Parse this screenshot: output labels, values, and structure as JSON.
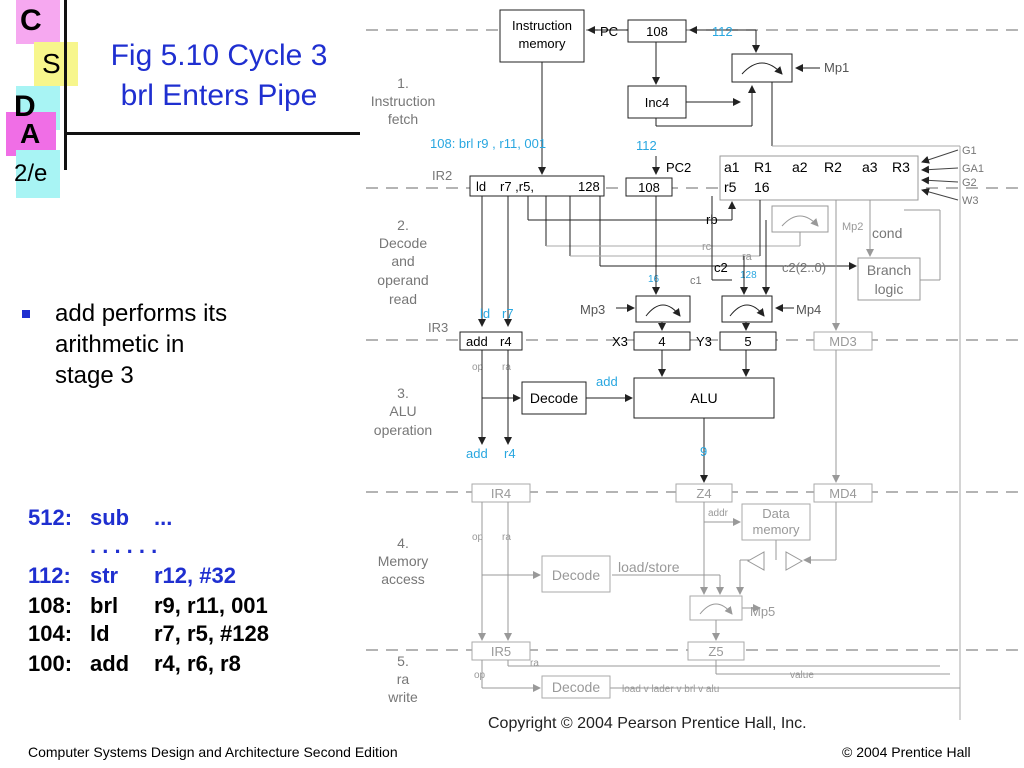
{
  "logo": {
    "c": "C",
    "s": "S",
    "d": "D",
    "a": "A",
    "edition": "2/e"
  },
  "title": {
    "line1": "Fig 5.10  Cycle 3",
    "line2": "brl Enters Pipe"
  },
  "bullet": {
    "text": "add performs its arithmetic in stage 3"
  },
  "code": [
    {
      "addr": "512:",
      "op": "sub",
      "args": "...",
      "color": "#1f2fd0"
    },
    {
      "addr": "",
      "op": ". . . . . .",
      "args": "",
      "color": "#1f2fd0"
    },
    {
      "addr": "112:",
      "op": "str",
      "args": "r12, #32",
      "color": "#1f2fd0"
    },
    {
      "addr": "108:",
      "op": "brl",
      "args": "r9, r11, 001",
      "color": "#000000"
    },
    {
      "addr": "104:",
      "op": "ld",
      "args": "r7, r5, #128",
      "color": "#000000"
    },
    {
      "addr": "100:",
      "op": "add",
      "args": "r4, r6, r8",
      "color": "#000000"
    }
  ],
  "footer": {
    "left": "Computer Systems Design and Architecture Second Edition",
    "right": "© 2004 Prentice Hall"
  },
  "diagram": {
    "stages": {
      "s1": [
        "1.",
        "Instruction",
        "fetch"
      ],
      "s2": [
        "2.",
        "Decode",
        "and",
        "operand",
        "read"
      ],
      "s3": [
        "3.",
        "ALU",
        "operation"
      ],
      "s4": [
        "4.",
        "Memory",
        "access"
      ],
      "s5": [
        "5.",
        "ra",
        "write"
      ]
    },
    "instr_mem": [
      "Instruction",
      "memory"
    ],
    "pc": "PC",
    "pc_val": "108",
    "pc_in": "112",
    "mp1": "Mp1",
    "inc4": "Inc4",
    "ir_annot": "108:  brl  r9 , r11,     001",
    "pc2_in": "112",
    "pc2": "PC2",
    "pc2_val": "108",
    "ir2": "IR2",
    "ir2_f1": "ld",
    "ir2_f2": "r7 ,r5,",
    "ir2_f3": "128",
    "regfile_top": [
      "a1",
      "R1",
      "a2",
      "R2",
      "a3",
      "R3"
    ],
    "regfile_r5": "r5",
    "regfile_16": "16",
    "regfile_ctrl": [
      "G1",
      "GA1",
      "G2",
      "W3"
    ],
    "rb": "rb",
    "rc": "rc",
    "ra": "ra",
    "c2": "c2",
    "c1": "c1",
    "c2range": "c2(2..0)",
    "mp2": "Mp2",
    "cond": "cond",
    "branch": [
      "Branch",
      "logic"
    ],
    "val16": "16",
    "val128": "128",
    "mp3": "Mp3",
    "mp4": "Mp4",
    "ir3_ann1": "ld",
    "ir3_ann2": "r7",
    "ir3": "IR3",
    "ir3_f1": "add",
    "ir3_f2": "r4",
    "x3": "X3",
    "x3_val": "4",
    "y3": "Y3",
    "y3_val": "5",
    "md3": "MD3",
    "op": "op",
    "decode": "Decode",
    "add": "add",
    "alu": "ALU",
    "ir4_ann1": "add",
    "ir4_ann2": "r4",
    "alu_out": "9",
    "ir4": "IR4",
    "z4": "Z4",
    "md4": "MD4",
    "addr": "addr",
    "datamem": [
      "Data",
      "memory"
    ],
    "loadstore": "load/store",
    "mp5": "Mp5",
    "ir5": "IR5",
    "z5": "Z5",
    "value": "value",
    "wb_ctrl": "load v lader v brl v alu",
    "copyright": "Copyright © 2004 Pearson Prentice Hall, Inc."
  }
}
